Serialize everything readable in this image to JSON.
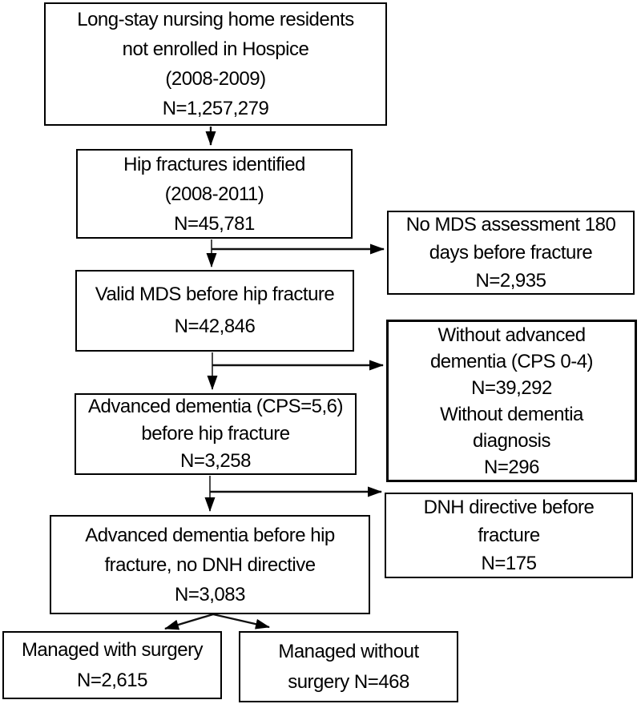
{
  "figure": {
    "type": "cohort-flowchart",
    "boxes": {
      "cohort": {
        "lines": [
          "Long-stay nursing home residents",
          "not enrolled in Hospice",
          "(2008-2009)",
          "N=1,257,279"
        ]
      },
      "hip_fractures": {
        "lines": [
          "Hip fractures identified",
          "(2008-2011)",
          "N=45,781"
        ]
      },
      "no_mds": {
        "lines": [
          "No MDS assessment 180",
          "days before fracture",
          "N=2,935"
        ]
      },
      "valid_mds": {
        "lines": [
          "Valid MDS before hip fracture",
          "N=42,846"
        ]
      },
      "without_dementia": {
        "lines": [
          "Without advanced",
          "dementia (CPS 0-4)",
          "N=39,292",
          "Without dementia",
          "diagnosis",
          "N=296"
        ]
      },
      "advanced_dementia": {
        "lines": [
          "Advanced dementia (CPS=5,6)",
          "before hip fracture",
          "N=3,258"
        ]
      },
      "dnh_directive": {
        "lines": [
          "DNH directive before",
          "fracture",
          "N=175"
        ]
      },
      "no_dnh": {
        "lines": [
          "Advanced dementia before hip",
          "fracture, no DNH directive",
          "N=3,083"
        ]
      },
      "with_surgery": {
        "lines": [
          "Managed with surgery",
          "N=2,615"
        ]
      },
      "without_surgery": {
        "lines": [
          "Managed without",
          "surgery N=468"
        ]
      }
    },
    "colors": {
      "background": "#ffffff",
      "box_border": "#000000",
      "text": "#000000",
      "stem_line": "#4a4a4a",
      "arrow": "#111111"
    }
  }
}
